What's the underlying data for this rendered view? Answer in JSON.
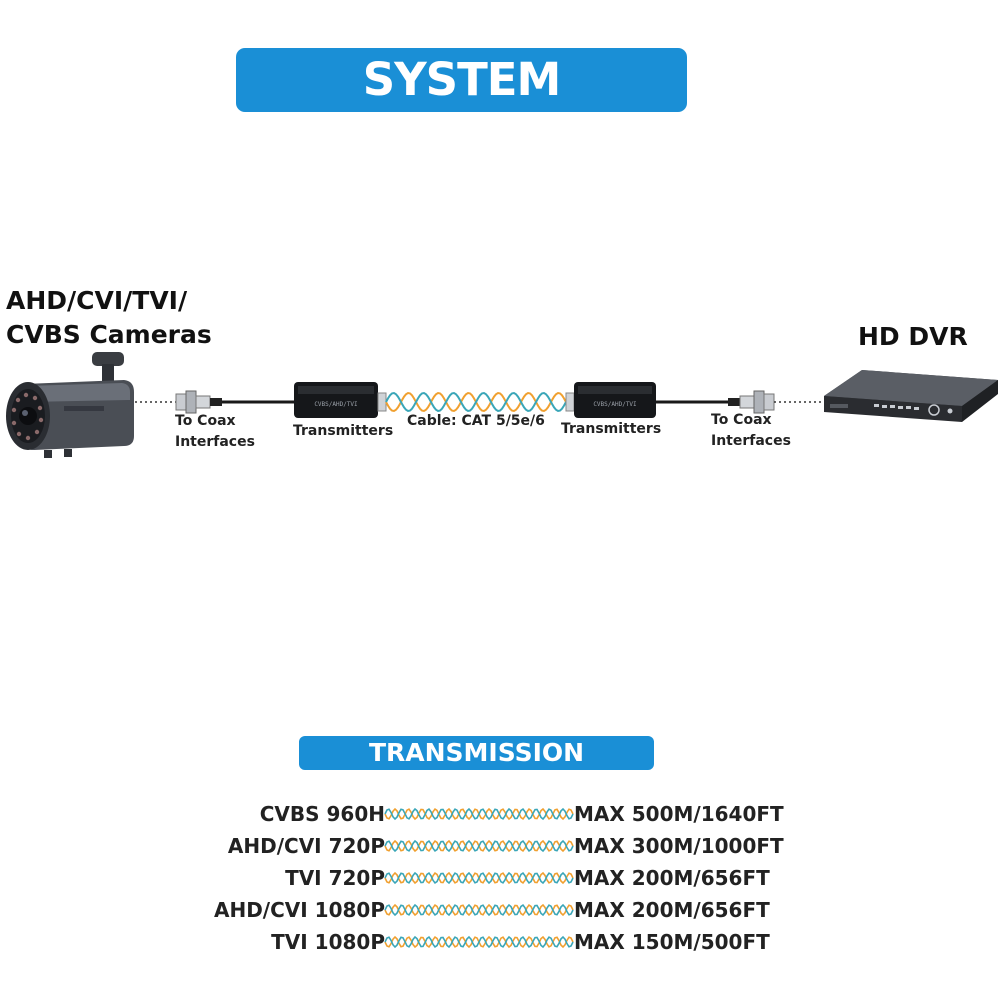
{
  "header": {
    "title": "SYSTEM CONNECTION"
  },
  "diagram": {
    "camera_label_line1": "AHD/CVI/TVI/",
    "camera_label_line2": "CVBS Cameras",
    "dvr_label": "HD DVR",
    "coax_left_line1": "To Coax",
    "coax_left_line2": "Interfaces",
    "transmitter_left": "Transmitters",
    "cable_label": "Cable: CAT 5/5e/6",
    "transmitter_right": "Transmitters",
    "coax_right_line1": "To Coax",
    "coax_right_line2": "Interfaces"
  },
  "distance": {
    "title": "TRANSMISSION DISTANCE",
    "rows": [
      {
        "format": "CVBS 960H",
        "max": "MAX 500M/1640FT"
      },
      {
        "format": "AHD/CVI 720P",
        "max": "MAX 300M/1000FT"
      },
      {
        "format": "TVI 720P",
        "max": "MAX 200M/656FT"
      },
      {
        "format": "AHD/CVI 1080P",
        "max": "MAX 200M/656FT"
      },
      {
        "format": "TVI 1080P",
        "max": "MAX 150M/500FT"
      }
    ]
  },
  "colors": {
    "banner": "#1a8fd6",
    "cable_orange": "#f0a030",
    "cable_teal": "#3aa6b8"
  },
  "icons": [
    "camera-icon",
    "bnc-connector-icon",
    "transmitter-icon",
    "dvr-icon",
    "twisted-pair-cable-icon"
  ]
}
